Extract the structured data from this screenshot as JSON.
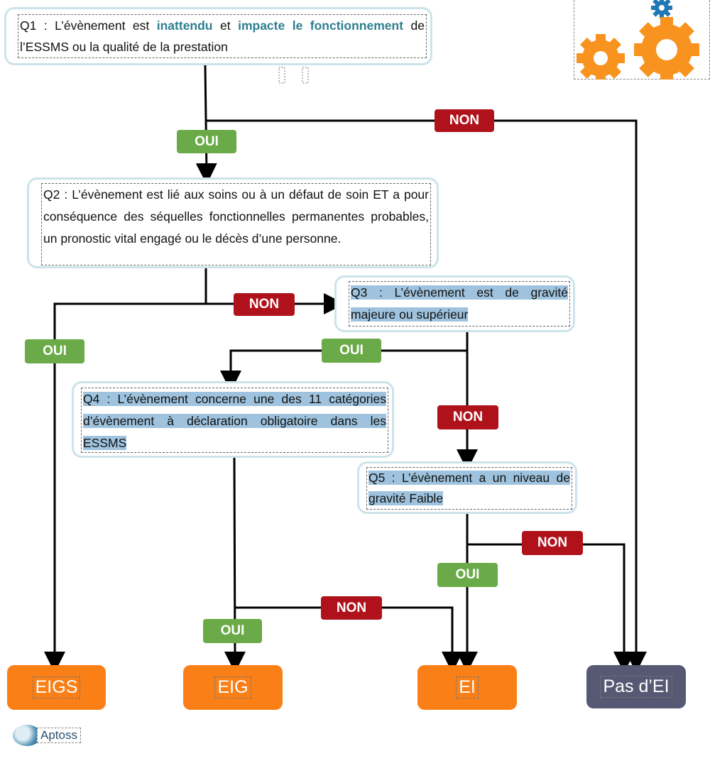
{
  "questions": {
    "q1": {
      "prefix": "Q1 : L’évènement est ",
      "kw1": "inattendu",
      "mid": " et ",
      "kw2": "impacte le fonctionnement",
      "suffix": " de l’ESSMS ou la qualité de la prestation"
    },
    "q2": "Q2 : L’évènement est lié aux soins ou à un défaut de soin ET a pour conséquence des séquelles fonctionnelles permanentes probables, un pronostic vital engagé ou le décès d’une personne.",
    "q3": "Q3 : L’évènement est de gravité majeure ou supérieur",
    "q4": "Q4 : L’évènement concerne une des 11 catégories d’évènement à déclaration obligatoire dans les ESSMS",
    "q5": "Q5 : L’évènement a un niveau de gravité Faible"
  },
  "labels": {
    "oui": "OUI",
    "non": "NON"
  },
  "outcomes": {
    "eigs": "EIGS",
    "eig": "EIG",
    "ei": "EI",
    "pas_ei": "Pas d’EI"
  },
  "logo_text": "Aptoss",
  "colors": {
    "oui": "#6aaa48",
    "non": "#b0121b",
    "outcome": "#fa7f16",
    "pas_ei": "#575873",
    "box_border": "#cde3ea",
    "highlight": "#9fc3de",
    "keyword": "#2f7f8f"
  },
  "icons": [
    "gears-icon",
    "globe-icon"
  ]
}
